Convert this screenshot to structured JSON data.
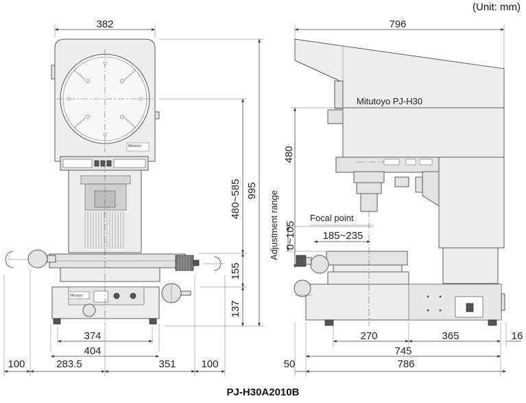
{
  "unit_label": "(Unit: mm)",
  "model": "PJ-H30A2010B",
  "front_view": {
    "top_width": "382",
    "height_480_585": "480~585",
    "height_995": "995",
    "stage_155": "155",
    "base_137": "137",
    "width_374": "374",
    "width_404": "404",
    "left_100": "100",
    "span_283_5": "283.5",
    "span_351": "351",
    "right_100": "100"
  },
  "side_view": {
    "depth_796": "796",
    "height_480": "480",
    "adjustment_range_label": "Adjustment range",
    "adjustment_range_value": "0~105",
    "focal_point_label": "Focal point",
    "focal_range": "185~235",
    "depth_270": "270",
    "depth_365": "365",
    "offset_16": "16",
    "depth_745": "745",
    "left_50": "50",
    "depth_786": "786"
  }
}
